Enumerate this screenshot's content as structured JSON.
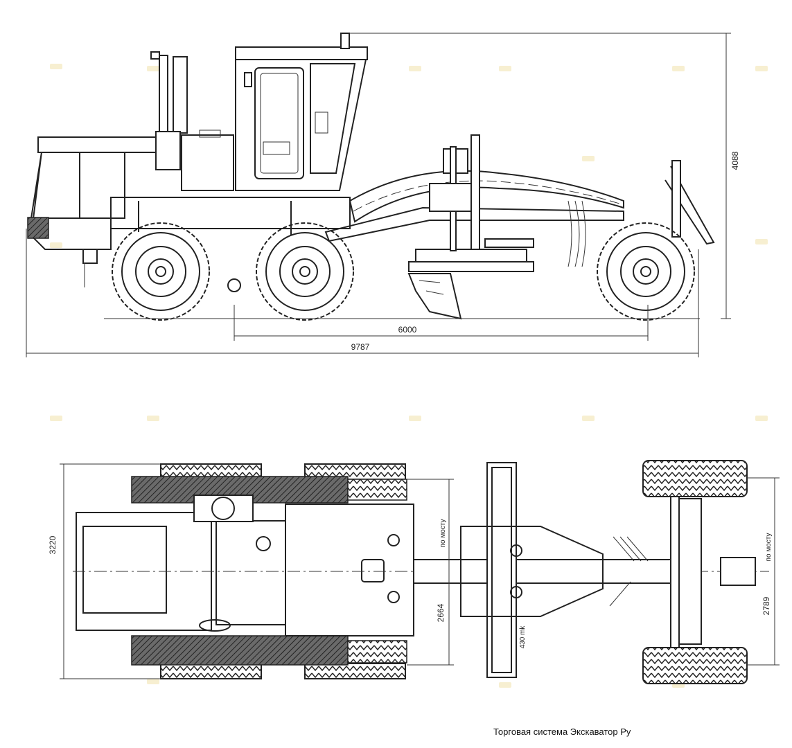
{
  "drawing": {
    "side_view": {
      "height": "4088",
      "wheelbase": "6000",
      "length": "9787"
    },
    "top_view": {
      "width": "3220",
      "rear_track": "2664",
      "front_track": "2789",
      "rear_axle_label": "по мосту",
      "front_axle_label": "по мосту",
      "blade_angle": "430 mk"
    }
  },
  "caption": "Торговая система Экскаватор Ру",
  "colors": {
    "line": "#222222",
    "watermark": "#e8d27a",
    "hatch": "#555555"
  }
}
